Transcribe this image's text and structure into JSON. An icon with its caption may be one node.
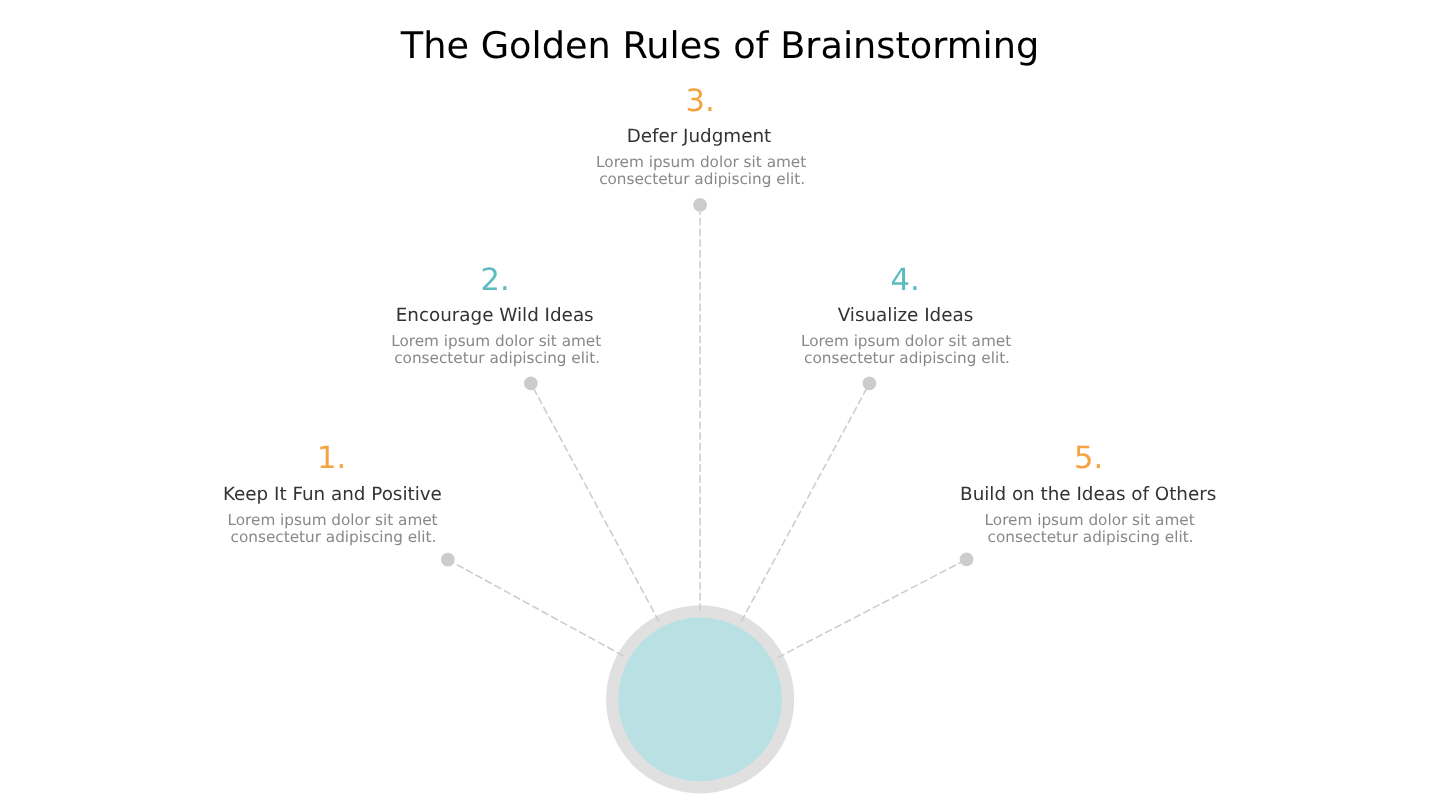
{
  "diagram": {
    "title": "The Golden Rules of Brainstorming",
    "nodes": [
      {
        "text": [
          "1.",
          "Keep It Fun and Positive",
          "Lorem ipsum dolor sit amet consectetur adipiscing elit."
        ]
      },
      {
        "text": [
          "2.",
          "Encourage Wild Ideas",
          "Lorem ipsum dolor sit amet consectetur adipiscing elit."
        ]
      },
      {
        "text": [
          "3.",
          "Defer Judgment",
          "Lorem ipsum dolor sit amet consectetur adipiscing elit."
        ]
      },
      {
        "text": [
          "4.",
          "Visualize Ideas",
          "Lorem ipsum dolor sit amet consectetur adipiscing elit."
        ]
      },
      {
        "text": [
          "5.",
          "Build on the Ideas of Others",
          "Lorem ipsum dolor sit amet consectetur adipiscing elit."
        ]
      },
      {
        "text": [],
        "shape": "circle"
      }
    ],
    "edges": [
      {
        "from": 5,
        "to": 0,
        "arrow": "other",
        "style": "dashed"
      },
      {
        "from": 5,
        "to": 1,
        "arrow": "other",
        "style": "dashed"
      },
      {
        "from": 5,
        "to": 2,
        "arrow": "other",
        "style": "dashed"
      },
      {
        "from": 5,
        "to": 3,
        "arrow": "other",
        "style": "dashed"
      },
      {
        "from": 5,
        "to": 4,
        "arrow": "other",
        "style": "dashed"
      }
    ]
  }
}
